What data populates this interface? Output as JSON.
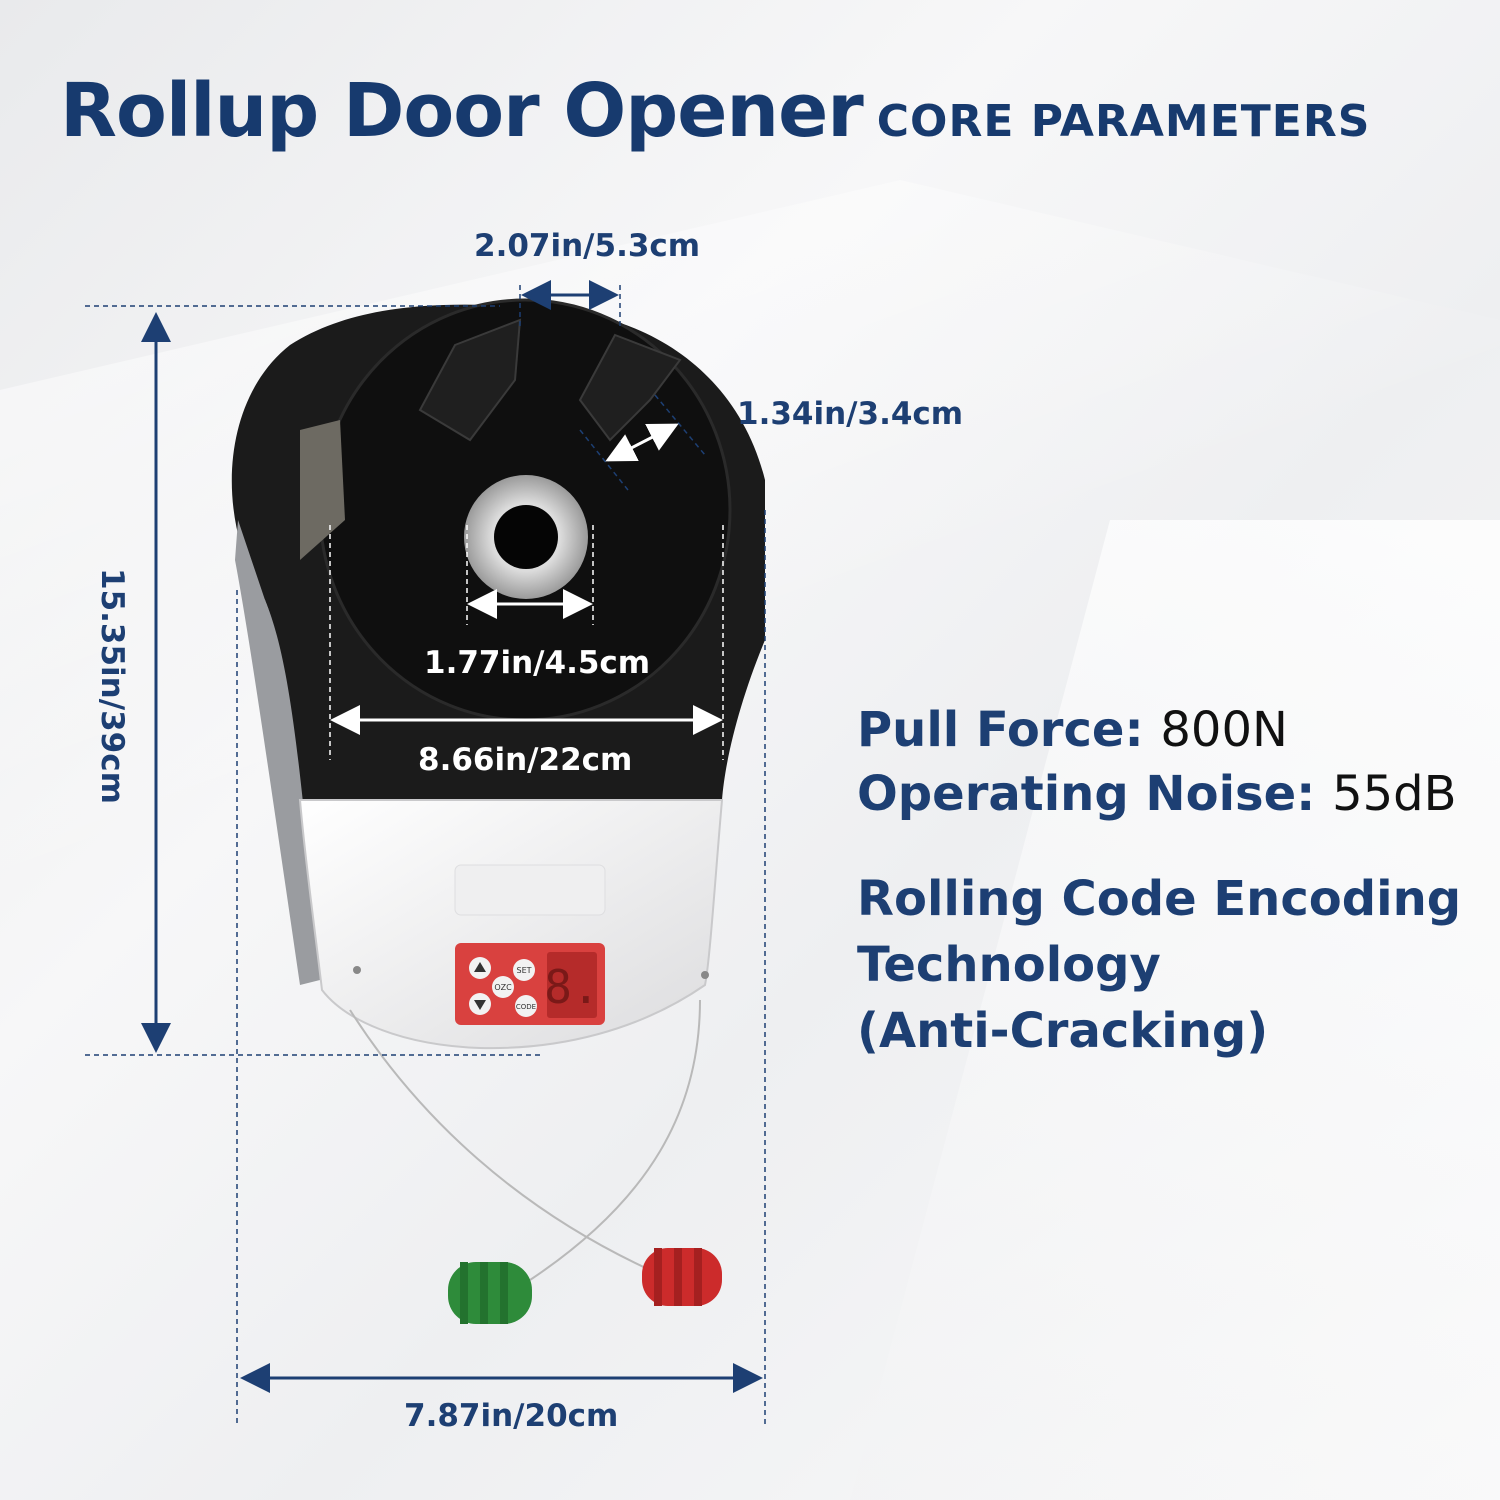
{
  "title": {
    "main": "Rollup Door Opener",
    "sub": "CORE PARAMETERS"
  },
  "dimensions": {
    "arm_gap": "2.07in/5.3cm",
    "arm_width": "1.34in/3.4cm",
    "shaft_diameter": "1.77in/4.5cm",
    "drum_width": "8.66in/22cm",
    "height": "15.35in/39cm",
    "body_width": "7.87in/20cm"
  },
  "specs": {
    "pull_force_label": "Pull Force:",
    "pull_force_value": "800N",
    "noise_label": "Operating Noise:",
    "noise_value": "55dB",
    "feature_line1": "Rolling Code Encoding",
    "feature_line2": "Technology",
    "feature_line3": "(Anti-Cracking)"
  },
  "control_panel": {
    "button_set": "SET",
    "button_ozc": "OZC",
    "button_code": "CODE",
    "display": "8."
  },
  "colors": {
    "title": "#173a6e",
    "accent": "#1d3f73",
    "panel": "#d9413f",
    "green_stopper": "#2e8b3a",
    "red_stopper": "#cc2b2b"
  }
}
